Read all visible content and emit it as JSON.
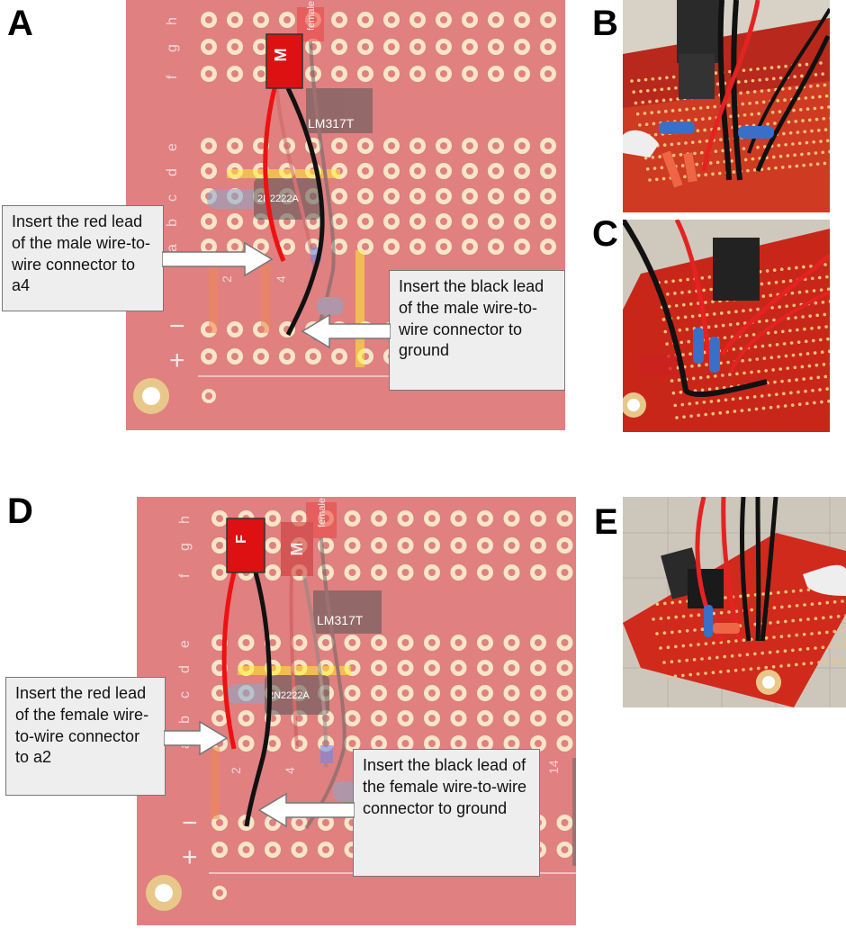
{
  "panels": {
    "a": {
      "letter": "A",
      "row_labels_top": [
        "h",
        "g",
        "f"
      ],
      "row_labels_bottom": [
        "e",
        "d",
        "c",
        "b",
        "a"
      ],
      "column_labels": [
        "2",
        "4"
      ],
      "rail_labels": [
        "−",
        "+"
      ],
      "male_label": "M",
      "female_label": "female",
      "regulator_label": "LM317T",
      "transistor_label": "2N2222A",
      "callout_red": "Insert the red lead of the male wire-to-wire connector to a4",
      "callout_black": "Insert the black lead of the male wire-to-wire connector to ground"
    },
    "b": {
      "letter": "B"
    },
    "c": {
      "letter": "C"
    },
    "d": {
      "letter": "D",
      "row_labels_top": [
        "h",
        "g",
        "f"
      ],
      "row_labels_bottom": [
        "e",
        "d",
        "c",
        "b",
        "a"
      ],
      "column_labels": [
        "2",
        "4",
        "14"
      ],
      "rail_labels": [
        "−",
        "+"
      ],
      "female_label": "F",
      "male_label": "M",
      "female_tag_label": "female",
      "regulator_label": "LM317T",
      "transistor_label": "2N2222A",
      "callout_red": "Insert the red lead of the female wire-to-wire connector to a2",
      "callout_black": "Insert the black lead of the female wire-to-wire connector to ground"
    },
    "e": {
      "letter": "E"
    }
  },
  "colors": {
    "board": "#e08080",
    "pad": "#f6e6c8",
    "hole": "#e08080",
    "wire_red": "#ee1111",
    "wire_black": "#111111",
    "connector_red": "#dd1111",
    "callout_bg": "#eeeeee"
  }
}
